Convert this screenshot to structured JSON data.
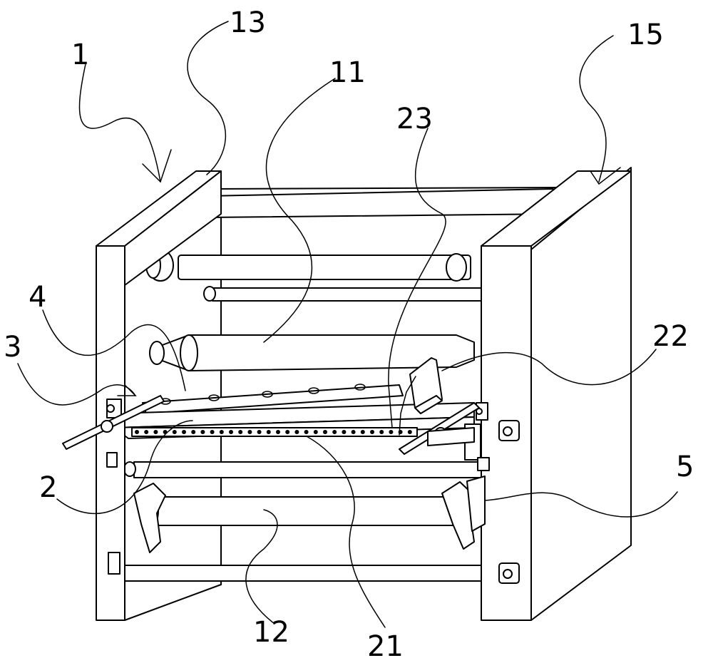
{
  "labels": [
    {
      "id": "1",
      "text": "1"
    },
    {
      "id": "13",
      "text": "13"
    },
    {
      "id": "11",
      "text": "11"
    },
    {
      "id": "23",
      "text": "23"
    },
    {
      "id": "15",
      "text": "15"
    },
    {
      "id": "4",
      "text": "4"
    },
    {
      "id": "3",
      "text": "3"
    },
    {
      "id": "22",
      "text": "22"
    },
    {
      "id": "2",
      "text": "2"
    },
    {
      "id": "5",
      "text": "5"
    },
    {
      "id": "12",
      "text": "12"
    },
    {
      "id": "21",
      "text": "21"
    }
  ]
}
